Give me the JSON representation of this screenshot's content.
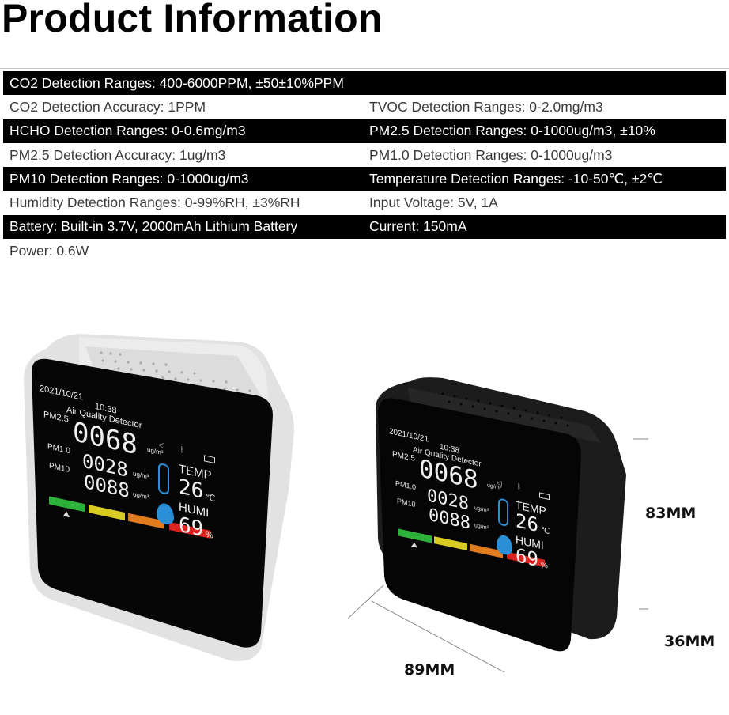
{
  "header": {
    "title": "Product Information"
  },
  "specs": {
    "rows": [
      {
        "style": "dark",
        "full": "CO2 Detection Ranges: 400-6000PPM, ±50±10%PPM"
      },
      {
        "style": "light",
        "left": "CO2 Detection Accuracy: 1PPM",
        "right": "TVOC Detection Ranges: 0-2.0mg/m3"
      },
      {
        "style": "dark",
        "left": "HCHO Detection Ranges: 0-0.6mg/m3",
        "right": "PM2.5 Detection Ranges: 0-1000ug/m3, ±10%"
      },
      {
        "style": "light",
        "left": "PM2.5 Detection Accuracy: 1ug/m3",
        "right": "PM1.0 Detection Ranges: 0-1000ug/m3"
      },
      {
        "style": "dark",
        "left": "PM10 Detection Ranges: 0-1000ug/m3",
        "right": "Temperature Detection Ranges: -10-50℃, ±2℃"
      },
      {
        "style": "light",
        "left": "Humidity Detection Ranges: 0-99%RH, ±3%RH",
        "right": "Input Voltage: 5V, 1A"
      },
      {
        "style": "dark",
        "left": "Battery: Built-in 3.7V, 2000mAh Lithium Battery",
        "right": "Current: 150mA"
      },
      {
        "style": "light",
        "left": "Power: 0.6W"
      }
    ]
  },
  "display": {
    "date": "2021/10/21",
    "time": "10:38",
    "device_name": "Air Quality Detector",
    "pm25_label": "PM2.5",
    "pm25_value": "0068",
    "pm10_label": "PM1.0",
    "pm1_value": "0028",
    "pm10b_label": "PM10",
    "pm10_value": "0088",
    "unit": "ug/m³",
    "temp_label": "TEMP",
    "temp_value": "26",
    "temp_unit": "℃",
    "humi_label": "HUMI",
    "humi_value": "69",
    "humi_unit": "%",
    "bar_colors": [
      "#2db33a",
      "#d8cc22",
      "#e07b1e",
      "#d8231f"
    ],
    "icon_color": "#2a8fd6"
  },
  "devices": [
    {
      "name": "white-variant",
      "body_color": "#e6e6e6"
    },
    {
      "name": "black-variant",
      "body_color": "#1a1a1a"
    }
  ],
  "dimensions": {
    "height": "83MM",
    "depth": "36MM",
    "width": "89MM"
  }
}
